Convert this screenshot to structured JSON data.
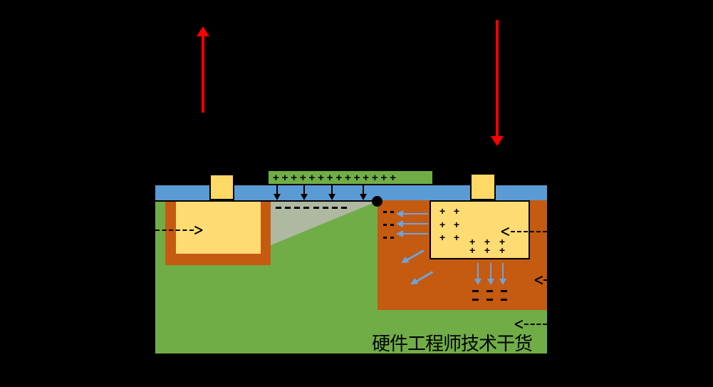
{
  "watermark": {
    "text": "硬件工程师技术干货"
  },
  "symbols": {
    "plus": "+"
  },
  "colors": {
    "background": "#000000",
    "oxide_blue": "#5B9BD5",
    "substrate_green": "#70AD47",
    "gate_green": "#70AD47",
    "well_orange": "#C55A11",
    "contact_yellow": "#FFD966",
    "region_yellow": "#FFDC73",
    "depletion_gray": "#AFB9A2",
    "arrow_red": "#FF0000",
    "arrow_blue": "#6FA3DB"
  },
  "gate": {
    "plus_count": 14
  },
  "depletion": {
    "dash_count": 8
  },
  "drain_block": {
    "plus_per_row": 2,
    "grid_cols": 3
  },
  "drain_region": {
    "minus_per_row": 2,
    "bottom_dash_cols": 3
  }
}
